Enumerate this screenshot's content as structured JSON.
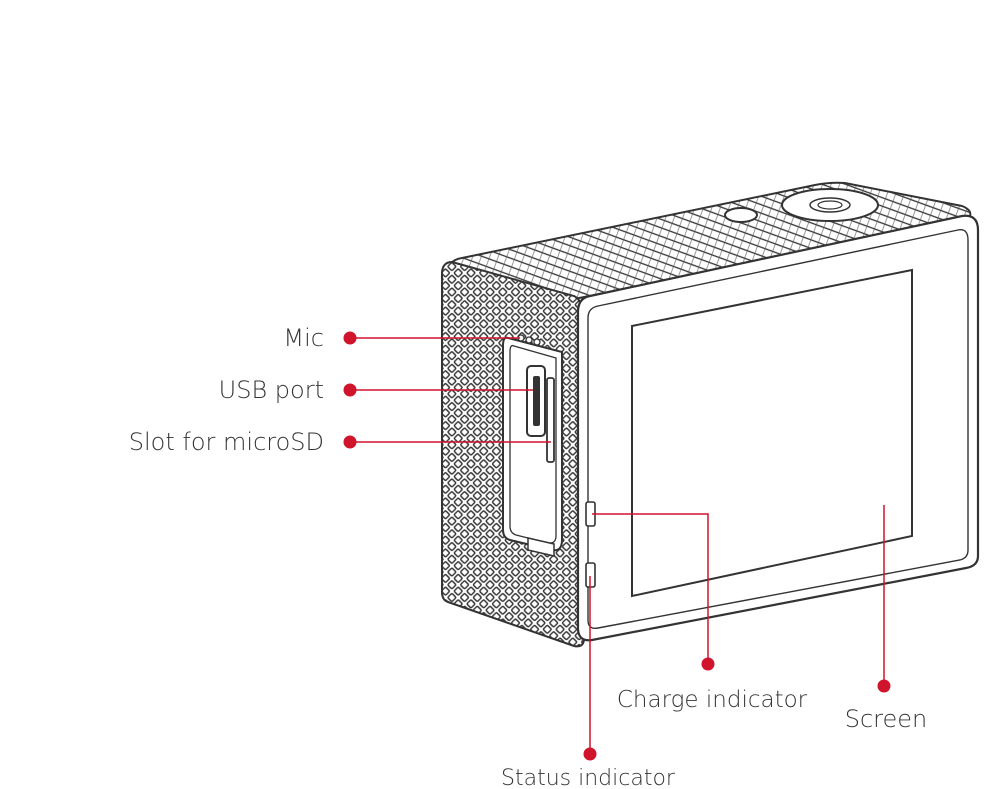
{
  "labels": {
    "mic": "Mic",
    "usb_port": "USB port",
    "microsd_slot": "Slot for microSD",
    "charge_indicator": "Charge indicator",
    "screen": "Screen",
    "status_indicator": "Status indicator"
  },
  "colors": {
    "callout": "#d0142c",
    "outline": "#333333",
    "label_text": "#333333",
    "background": "#ffffff"
  }
}
